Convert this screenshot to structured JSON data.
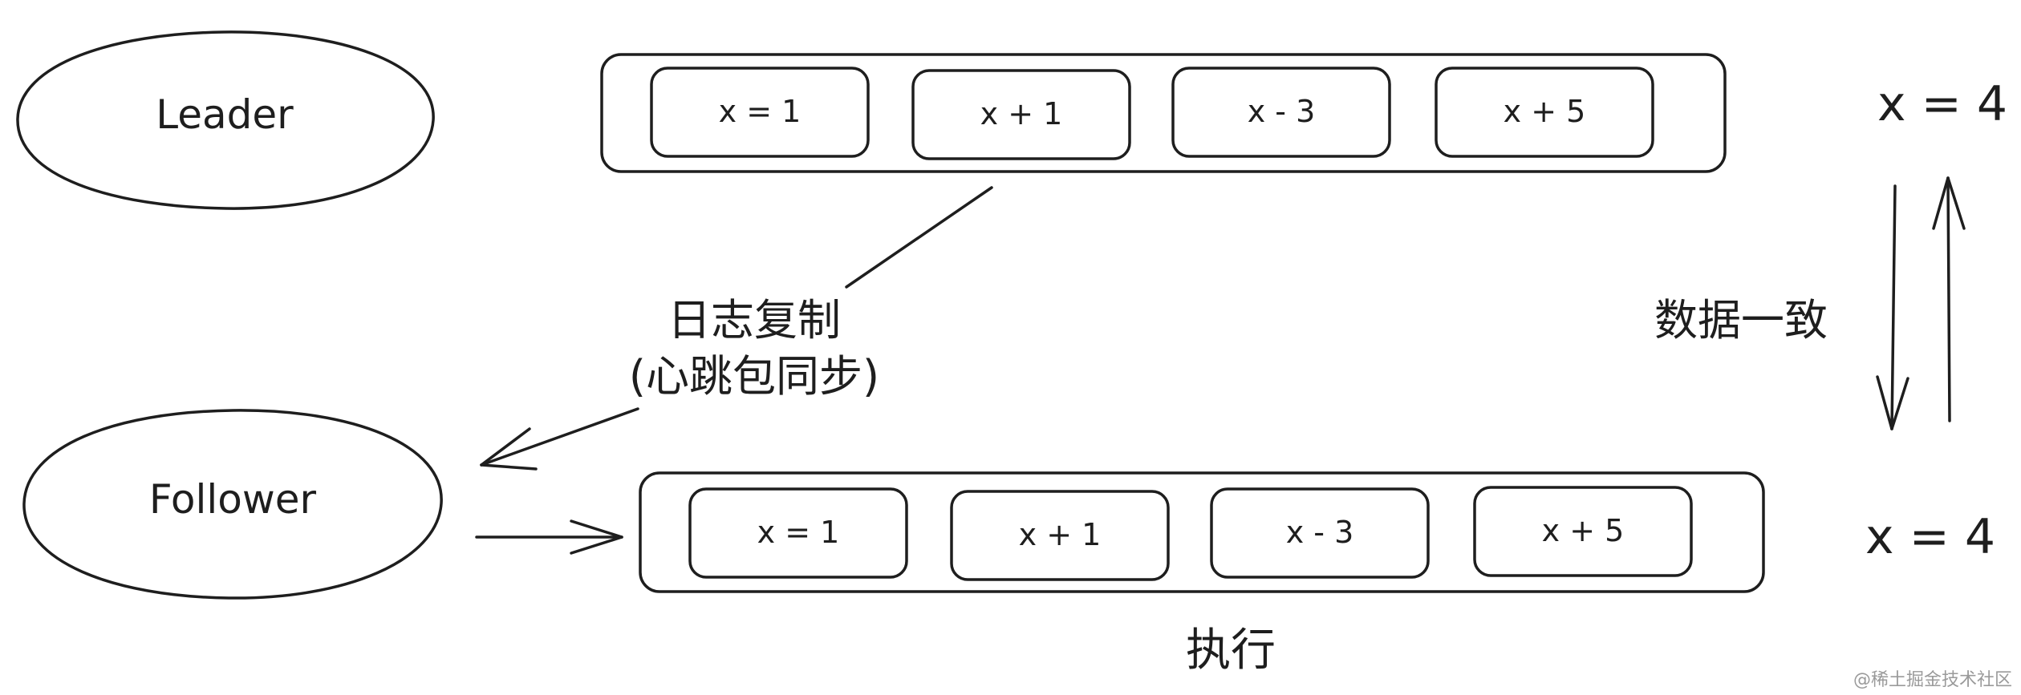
{
  "nodes": {
    "leader": {
      "label": "Leader"
    },
    "follower": {
      "label": "Follower"
    }
  },
  "leader_log": {
    "entries": [
      "x = 1",
      "x + 1",
      "x - 3",
      "x + 5"
    ]
  },
  "follower_log": {
    "entries": [
      "x = 1",
      "x + 1",
      "x - 3",
      "x + 5"
    ]
  },
  "results": {
    "leader_value": "x = 4",
    "follower_value": "x = 4"
  },
  "labels": {
    "replication_line1": "日志复制",
    "replication_line2": "(心跳包同步)",
    "consistency": "数据一致",
    "execute": "执行"
  },
  "watermark": "@稀土掘金技术社区",
  "colors": {
    "ink": "#1e1e1e",
    "background": "#ffffff"
  }
}
